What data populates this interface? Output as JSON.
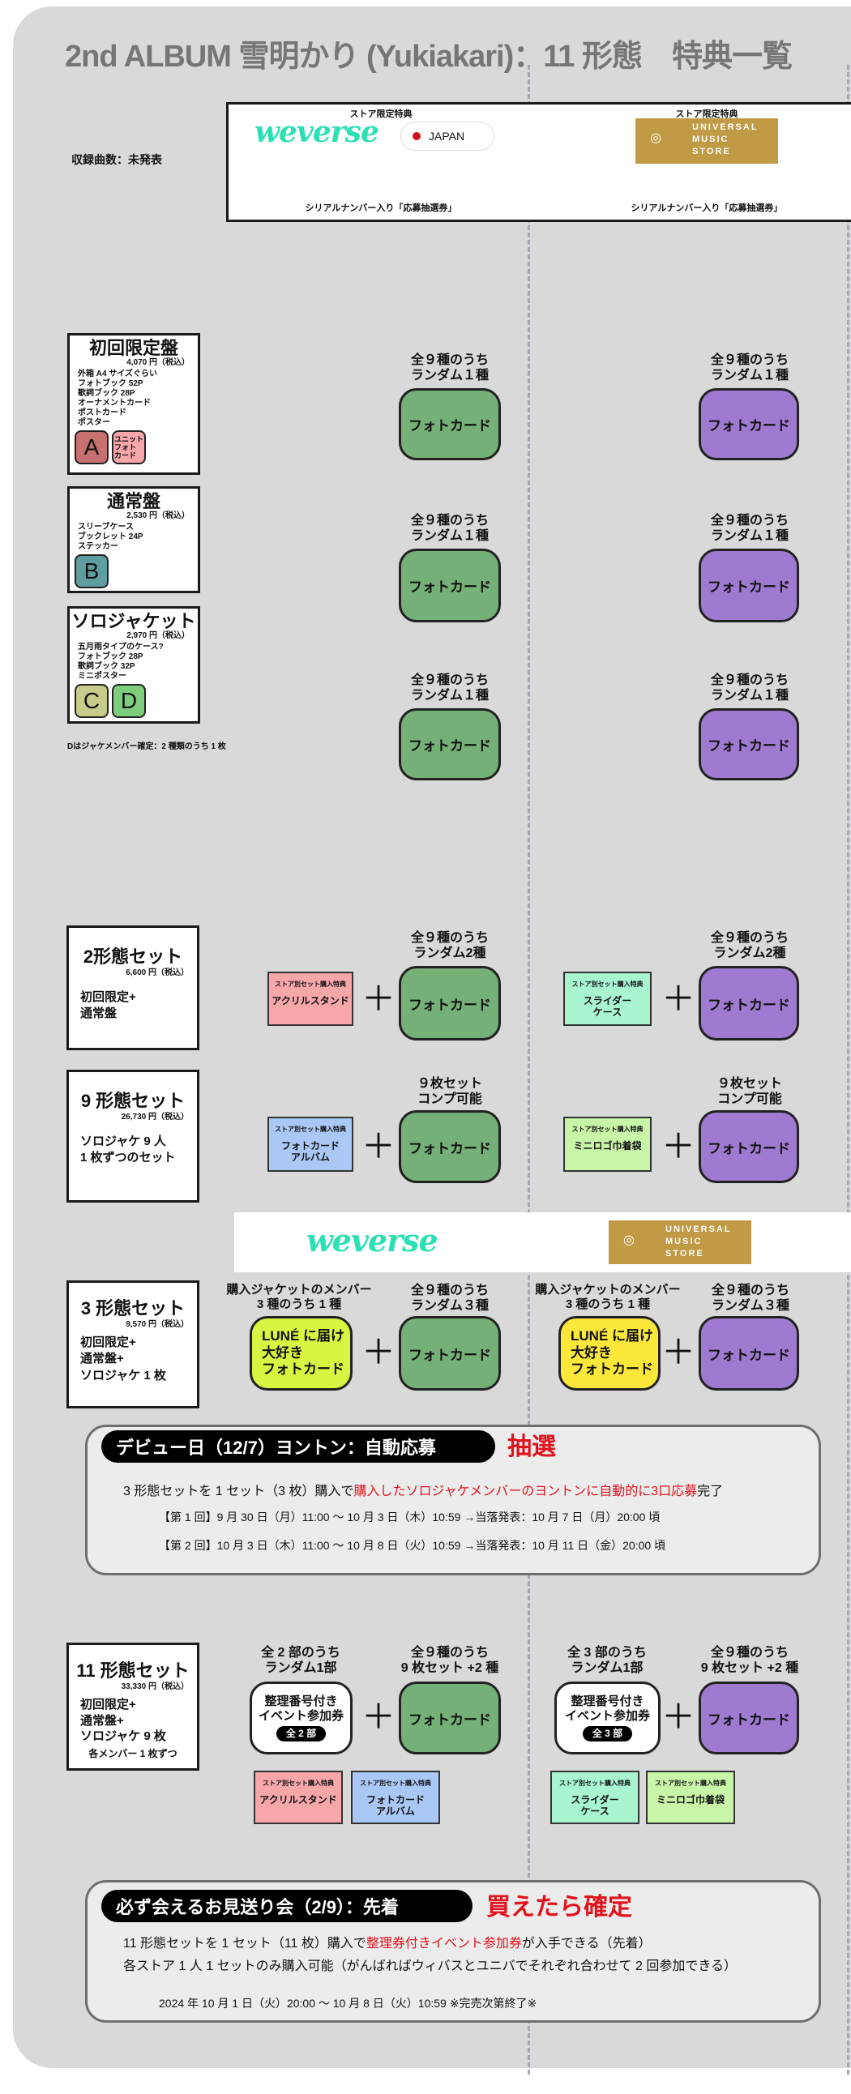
{
  "title": "2nd ALBUM 雪明かり (Yukiakari)：11 形態　特典一覧",
  "track_count": "収録曲数：未発表",
  "stores": [
    {
      "badge": "ストア限定特典",
      "logo": "weverse",
      "region": "JAPAN",
      "benefit": "シリアルナンバー入り「応募抽選券」"
    },
    {
      "badge": "ストア限定特典",
      "logo": "UNIVERSAL\nMUSIC\nSTORE",
      "benefit": "シリアルナンバー入り「応募抽選券」"
    }
  ],
  "photocard_label": "フォトカード",
  "random1": "全９種のうち\nランダム１種",
  "editions": [
    {
      "title": "初回限定盤",
      "price": "4,070 円（税込）",
      "items": "外箱 A4 サイズぐらい\nフォトブック 52P\n歌詞ブック 28P\nオーナメントカード\nポストカード\nポスター",
      "letters": [
        "A",
        "ユニット\nフォト\nカード"
      ]
    },
    {
      "title": "通常盤",
      "price": "2,530 円（税込）",
      "items": "スリーブケース\nブックレット 24P\nステッカー",
      "letters": [
        "B"
      ]
    },
    {
      "title": "ソロジャケット",
      "price": "2,970 円（税込）",
      "items": "五月雨タイプのケース?\nフォトブック 28P\n歌詞ブック 32P\nミニポスター",
      "letters": [
        "C",
        "D"
      ]
    }
  ],
  "edition_note": "Dはジャケメンバー確定：2 種類のうち 1 枚",
  "acc_badge": "ストア別セット購入特典",
  "sets": {
    "set2": {
      "title": "2形態セット",
      "price": "6,600 円（税込）",
      "desc": "初回限定+\n通常盤",
      "header": "全９種のうち\nランダム2種",
      "acc_left": "アクリルスタンド",
      "acc_right": "スライダー\nケース"
    },
    "set9": {
      "title": "9 形態セット",
      "price": "26,730 円（税込）",
      "desc": "ソロジャケ 9 人\n1 枚ずつのセット",
      "header": "９枚セット\nコンプ可能",
      "acc_left": "フォトカード\nアルバム",
      "acc_right": "ミニロゴ巾着袋"
    },
    "set3": {
      "title": "3 形態セット",
      "price": "9,570 円（税込）",
      "desc": "初回限定+\n通常盤+\nソロジャケ 1 枚",
      "header_member": "購入ジャケットのメンバー\n3 種のうち 1 種",
      "header": "全９種のうち\nランダム３種",
      "lune": "LUNÉ に届け\n大好き\nフォトカード"
    },
    "set11": {
      "title": "11 形態セット",
      "price": "33,330 円（税込）",
      "desc": "初回限定+\n通常盤+\nソロジャケ 9 枚",
      "desc2": "各メンバー 1 枚ずつ",
      "header_left_ticket": "全 2 部のうち\nランダム1部",
      "header_right_ticket": "全 3 部のうち\nランダム1部",
      "header": "全９種のうち\n9 枚セット +2 種",
      "ticket": "整理番号付き\nイベント参加券",
      "ticket_left_badge": "全 2 部",
      "ticket_right_badge": "全 3 部",
      "acc": [
        "アクリルスタンド",
        "フォトカード\nアルバム",
        "スライダー\nケース",
        "ミニロゴ巾着袋"
      ]
    }
  },
  "lottery": {
    "pill": "デビュー日（12/7）ヨントン：自動応募",
    "tag": "抽選",
    "line_a": "3 形態セットを 1 セット（3 枚）購入で",
    "line_red": "購入したソロジャケメンバーのヨントンに自動的に3口応募",
    "line_b": "完了",
    "round1": "【第 1 回】9 月 30 日（月）11:00 〜 10 月 3 日（木）10:59 →当落発表：10 月 7 日（月）20:00 頃",
    "round2": "【第 2 回】10 月 3 日（木）11:00 〜 10 月 8 日（火）10:59 →当落発表：10 月 11 日（金）20:00 頃"
  },
  "sendoff": {
    "pill": "必ず会えるお見送り会（2/9）：先着",
    "tag": "買えたら確定",
    "line1_a": "11 形態セットを 1 セット（11 枚）購入で",
    "line1_red": "整理券付きイベント参加券",
    "line1_b": "が入手できる（先着）",
    "line2": "各ストア 1 人 1 セットのみ購入可能（がんばればウィバスとユニバでそれぞれ合わせて 2 回参加できる）",
    "period": "2024 年 10 月 1 日（火）20:00 〜 10 月 8 日（火）10:59 ※完売次第終了※"
  },
  "colors": {
    "green": "#74b077",
    "purple": "#a07ad0",
    "red": "#e0141e",
    "weverse": "#2de0b4",
    "ums": "#c19a45"
  }
}
